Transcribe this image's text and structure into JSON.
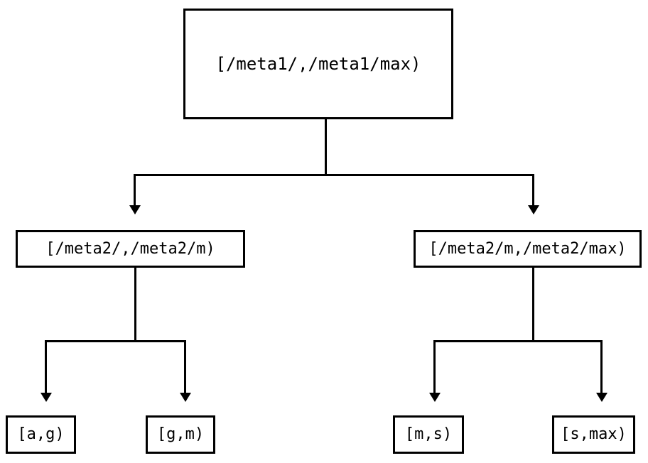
{
  "diagram": {
    "type": "interval-partition-tree",
    "background_color": "#ffffff",
    "line_color": "#000000",
    "text_color": "#000000",
    "nodes": {
      "root": {
        "label": "[/meta1/,/meta1/max)",
        "level": 0
      },
      "level1": [
        {
          "label": "[/meta2/,/meta2/m)",
          "level": 1
        },
        {
          "label": "[/meta2/m,/meta2/max)",
          "level": 1
        }
      ],
      "leaves": [
        {
          "label": "[a,g)",
          "level": 2
        },
        {
          "label": "[g,m)",
          "level": 2
        },
        {
          "label": "[m,s)",
          "level": 2
        },
        {
          "label": "[s,max)",
          "level": 2
        }
      ]
    },
    "edges": [
      {
        "from": "[/meta1/,/meta1/max)",
        "to": "[/meta2/,/meta2/m)",
        "arrow": "down-triangle"
      },
      {
        "from": "[/meta1/,/meta1/max)",
        "to": "[/meta2/m,/meta2/max)",
        "arrow": "down-triangle"
      },
      {
        "from": "[/meta2/,/meta2/m)",
        "to": "[a,g)",
        "arrow": "down-triangle"
      },
      {
        "from": "[/meta2/,/meta2/m)",
        "to": "[g,m)",
        "arrow": "down-triangle"
      },
      {
        "from": "[/meta2/m,/meta2/max)",
        "to": "[m,s)",
        "arrow": "down-triangle"
      },
      {
        "from": "[/meta2/m,/meta2/max)",
        "to": "[s,max)",
        "arrow": "down-triangle"
      }
    ]
  }
}
